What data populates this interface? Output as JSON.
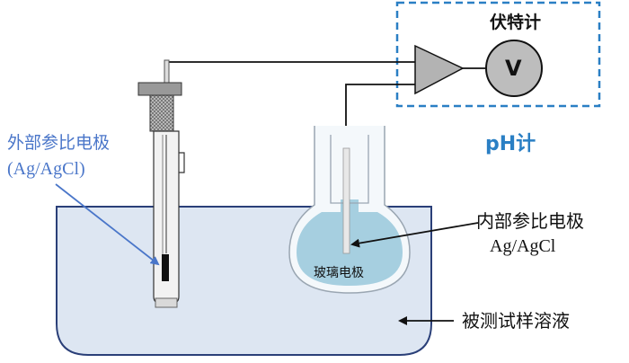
{
  "labels": {
    "voltmeter": "伏特计",
    "voltmeter_symbol": "V",
    "ph_meter": "pH计",
    "external_ref_line1": "外部参比电极",
    "external_ref_line2": "(Ag/AgCl)",
    "internal_ref_line1": "内部参比电极",
    "internal_ref_line2": "Ag/AgCl",
    "glass_electrode": "玻璃电极",
    "test_solution": "被测试样溶液"
  },
  "colors": {
    "solution_fill": "#dde6f2",
    "beaker_stroke": "#2a3f78",
    "meter_box_border": "#2a7fc4",
    "amplifier_fill": "#b3b3b3",
    "voltmeter_fill": "#bdbdbd",
    "glass_inner_fill": "#a6cfe0",
    "ph_label": "#2a7fc4",
    "external_label": "#4a76c9"
  }
}
